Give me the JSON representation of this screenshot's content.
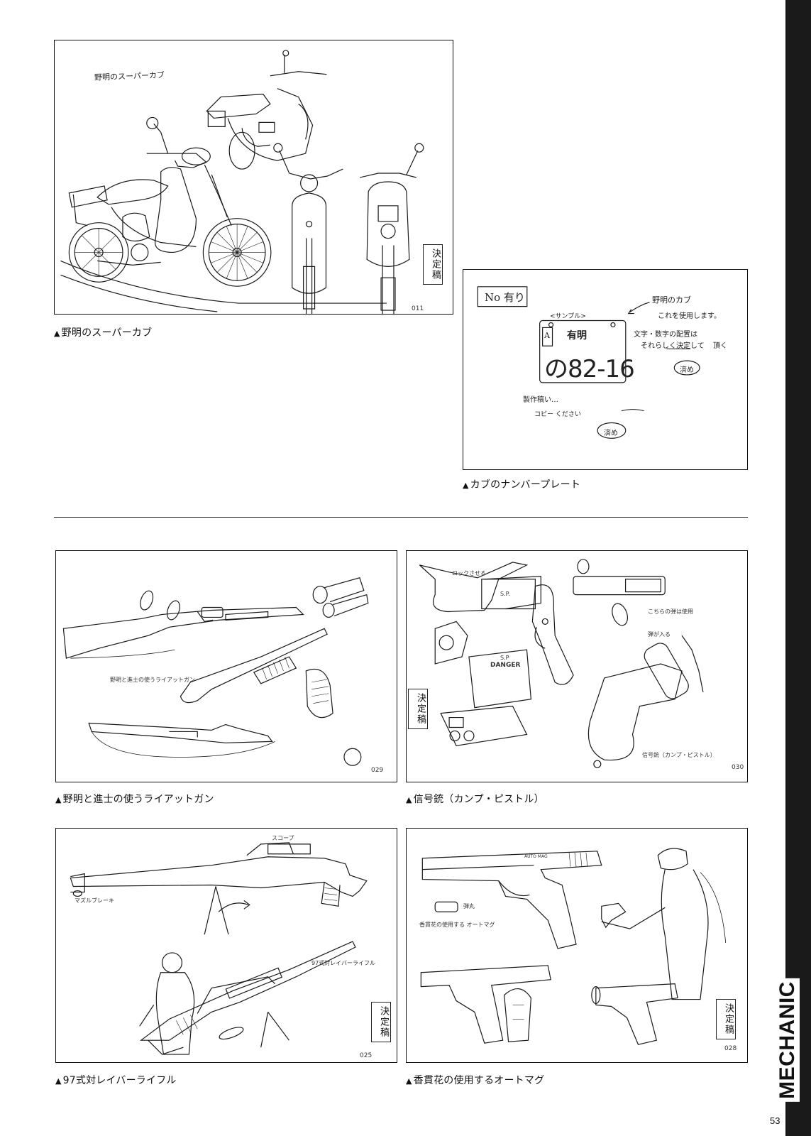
{
  "page": {
    "section_label": "MECHANIC",
    "page_number": "53"
  },
  "panels": {
    "supercub": {
      "caption": "野明のスーパーカブ",
      "handwritten_title": "野明のスーパーカブ",
      "stamp": "決定稿",
      "sheet_number": "011"
    },
    "plate": {
      "caption": "カブのナンバープレート",
      "tag": "No 有り",
      "sample_label": "<サンプル>",
      "plate_top": "有明",
      "plate_main": "の82-16",
      "plate_side": "A",
      "note_1": "野明のカブ",
      "note_2": "これを使用します。",
      "note_3": "文字・数字の配置は",
      "note_4": "それらしく決定して",
      "note_5": "頂く",
      "note_6": "製作稿い…",
      "note_7": "コピー ください",
      "seal_1": "済め",
      "seal_2": "済め"
    },
    "riot_gun": {
      "caption": "野明と進士の使うライアットガン",
      "note": "野明と進士の使うライアットガン",
      "sheet_number": "029"
    },
    "flare_gun": {
      "caption": "信号銃（カンプ・ピストル）",
      "stamp": "決定稿",
      "sheet_number": "030",
      "case_label_1": "S.P",
      "case_label_2": "DANGER",
      "barrel_mark": "S.P.",
      "note_1": "ロックさせる",
      "note_2": "こちらの弾は使用",
      "note_3": "弾が入る",
      "note_4": "信号銃（カンプ・ピストル）"
    },
    "rifle": {
      "caption": "97式対レイバーライフル",
      "stamp": "決定稿",
      "sheet_number": "025",
      "note_1": "スコープ",
      "note_2": "マズルブレーキ",
      "note_3": "97式対レイバーライフル"
    },
    "automag": {
      "caption": "香貫花の使用するオートマグ",
      "stamp": "決定稿",
      "sheet_number": "028",
      "slide_text": "AUTO MAG",
      "note_1": "香貫花の使用する オートマグ",
      "note_2": "弾丸"
    }
  }
}
